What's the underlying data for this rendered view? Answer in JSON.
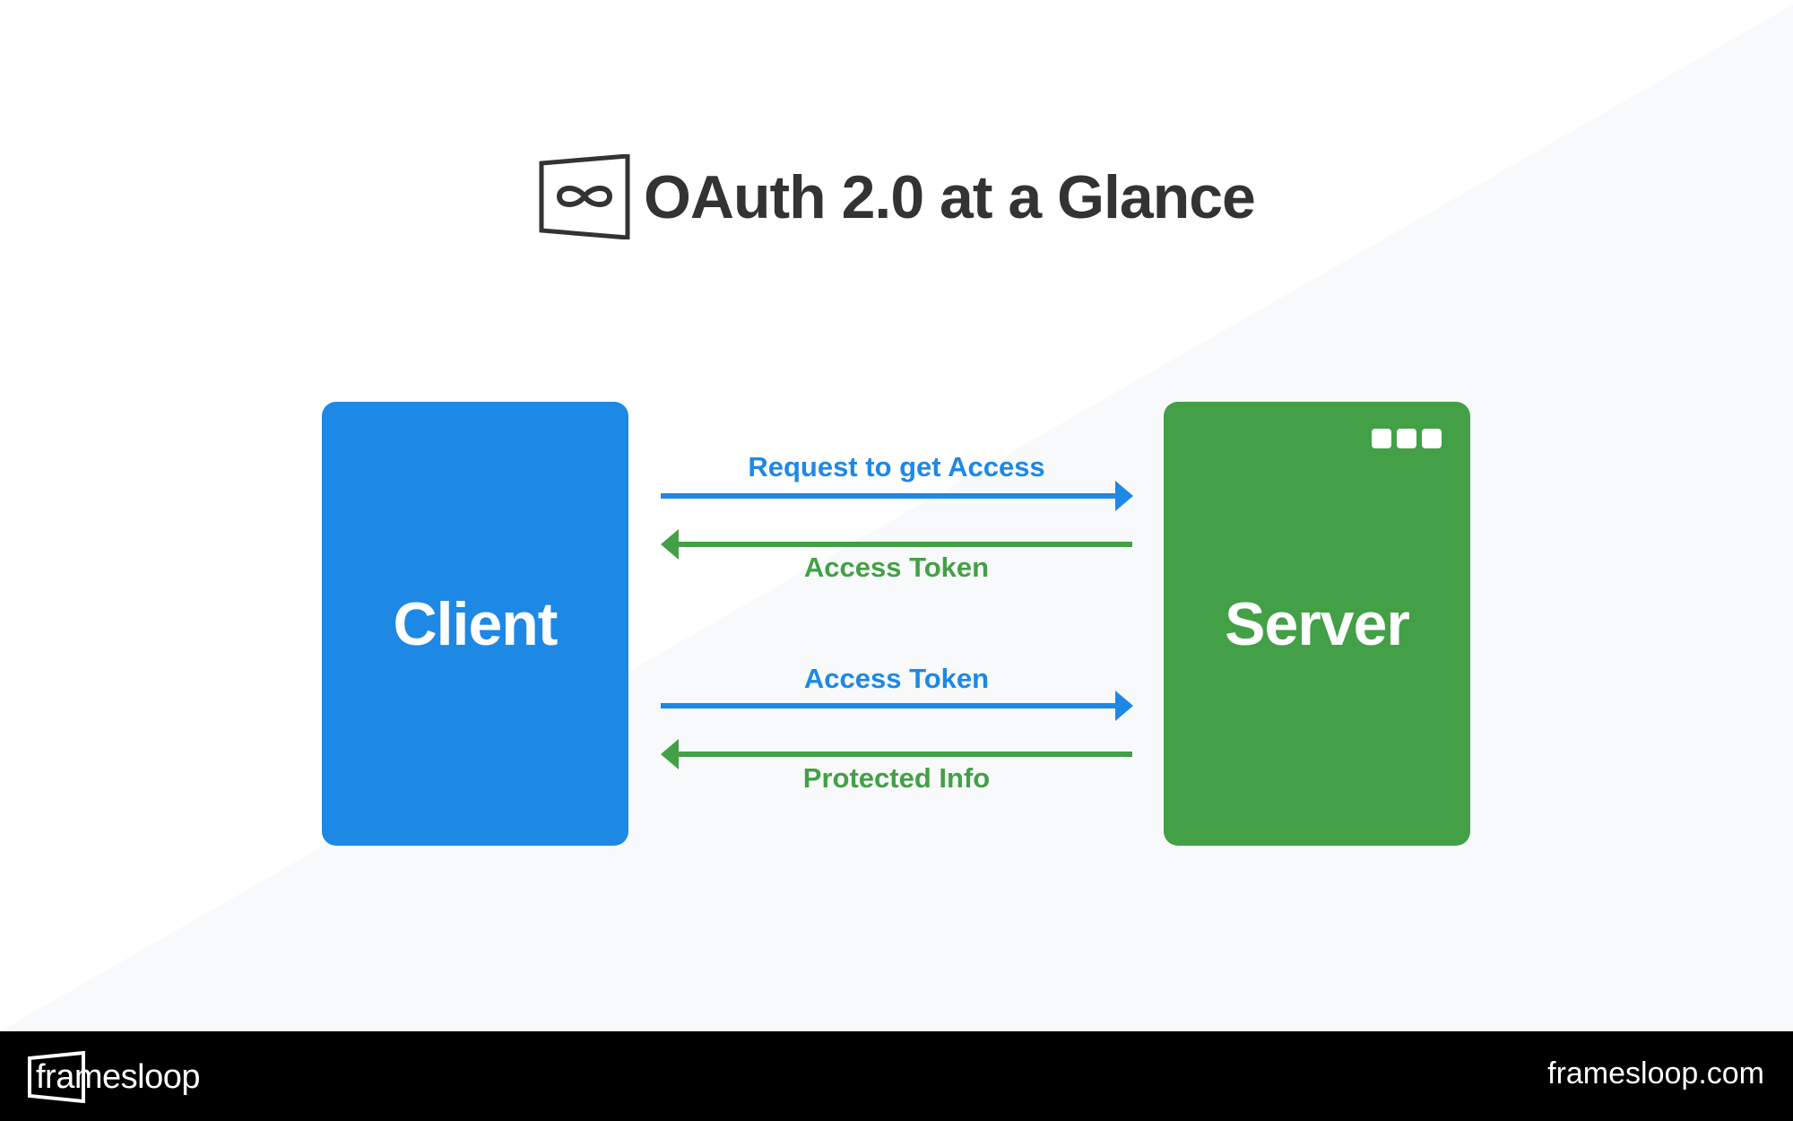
{
  "title": {
    "text": "OAuth 2.0 at a Glance",
    "icon": "infinity-frame-logo-icon"
  },
  "nodes": {
    "client": {
      "label": "Client",
      "color": "#1e88e5"
    },
    "server": {
      "label": "Server",
      "color": "#43a047",
      "icon": "window-dots-icon"
    }
  },
  "flows": [
    {
      "label": "Request to get Access",
      "direction": "client-to-server",
      "color": "#1e88e5"
    },
    {
      "label": "Access Token",
      "direction": "server-to-client",
      "color": "#43a047"
    },
    {
      "label": "Access Token",
      "direction": "client-to-server",
      "color": "#1e88e5"
    },
    {
      "label": "Protected Info",
      "direction": "server-to-client",
      "color": "#43a047"
    }
  ],
  "footer": {
    "brand": "framesloop",
    "url": "framesloop.com"
  },
  "colors": {
    "background_light": "#ffffff",
    "background_shade": "#f8f9fa",
    "title_text": "#333333",
    "footer_bg": "#000000"
  }
}
